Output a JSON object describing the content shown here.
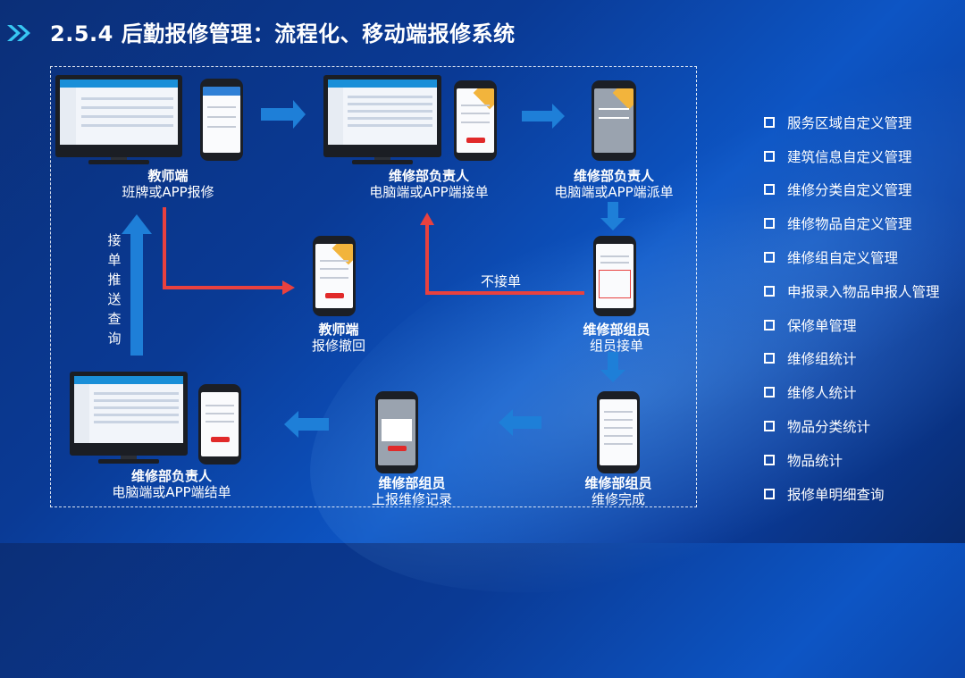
{
  "header": {
    "title": "2.5.4 后勤报修管理：流程化、移动端报修系统"
  },
  "flow": {
    "teacher_report": {
      "role": "教师端",
      "action": "班牌或APP报修"
    },
    "manager_accept": {
      "role": "维修部负责人",
      "action": "电脑端或APP端接单"
    },
    "manager_dispatch": {
      "role": "维修部负责人",
      "action": "电脑端或APP端派单"
    },
    "teacher_withdraw": {
      "role": "教师端",
      "action": "报修撤回"
    },
    "member_accept": {
      "role": "维修部组员",
      "action": "组员接单"
    },
    "member_complete": {
      "role": "维修部组员",
      "action": "维修完成"
    },
    "member_record": {
      "role": "维修部组员",
      "action": "上报维修记录"
    },
    "manager_close": {
      "role": "维修部负责人",
      "action": "电脑端或APP端结单"
    },
    "push_label": "接单推送查询",
    "reject_label": "不接单"
  },
  "features": [
    "服务区域自定义管理",
    "建筑信息自定义管理",
    "维修分类自定义管理",
    "维修物品自定义管理",
    "维修组自定义管理",
    "申报录入物品申报人管理",
    "保修单管理",
    "维修组统计",
    "维修人统计",
    "物品分类统计",
    "物品统计",
    "报修单明细查询"
  ],
  "colors": {
    "flow_arrow": "#1e7fd8",
    "reject_arrow": "#e8413f",
    "background": "#0b3a92"
  }
}
